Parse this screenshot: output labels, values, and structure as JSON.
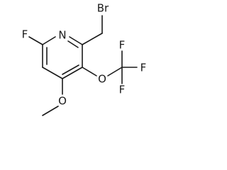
{
  "molecule": {
    "atoms": {
      "nitrogen": "N",
      "fluorine_ring": "F",
      "bromine": "Br",
      "oxygen_trifluoromethoxy": "O",
      "fluorine_cf3_top": "F",
      "fluorine_cf3_right": "F",
      "fluorine_cf3_bottom": "F",
      "oxygen_methoxy": "O"
    }
  }
}
